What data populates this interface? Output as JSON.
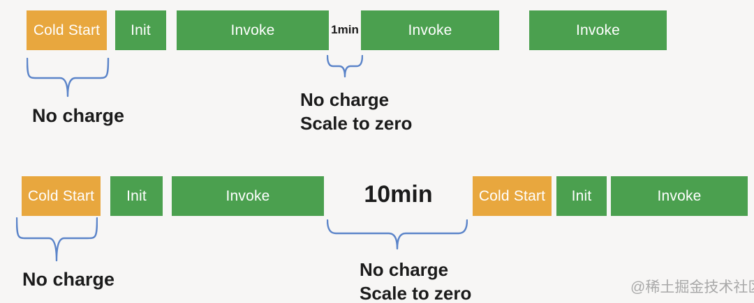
{
  "colors": {
    "block_green": "#4BA04F",
    "block_orange": "#E8A73E",
    "brace_blue": "#5B84C9",
    "note_text": "#1B1B1B",
    "watermark_gray": "#A9A9A9",
    "background": "#F7F6F5"
  },
  "top_row": {
    "cold_start": "Cold Start",
    "init": "Init",
    "invoke_1": "Invoke",
    "gap_label": "1min",
    "invoke_2": "Invoke",
    "invoke_3": "Invoke",
    "cold_start_note": "No charge",
    "gap_note_line_1": "No charge",
    "gap_note_line_2": "Scale to zero"
  },
  "bottom_row": {
    "cold_start_1": "Cold Start",
    "init_1": "Init",
    "invoke_1": "Invoke",
    "gap_label": "10min",
    "cold_start_2": "Cold Start",
    "init_2": "Init",
    "invoke_2": "Invoke",
    "cold_start_note": "No charge",
    "gap_note_line_1": "No charge",
    "gap_note_line_2": "Scale to zero"
  },
  "watermark": "@稀土掘金技术社区"
}
